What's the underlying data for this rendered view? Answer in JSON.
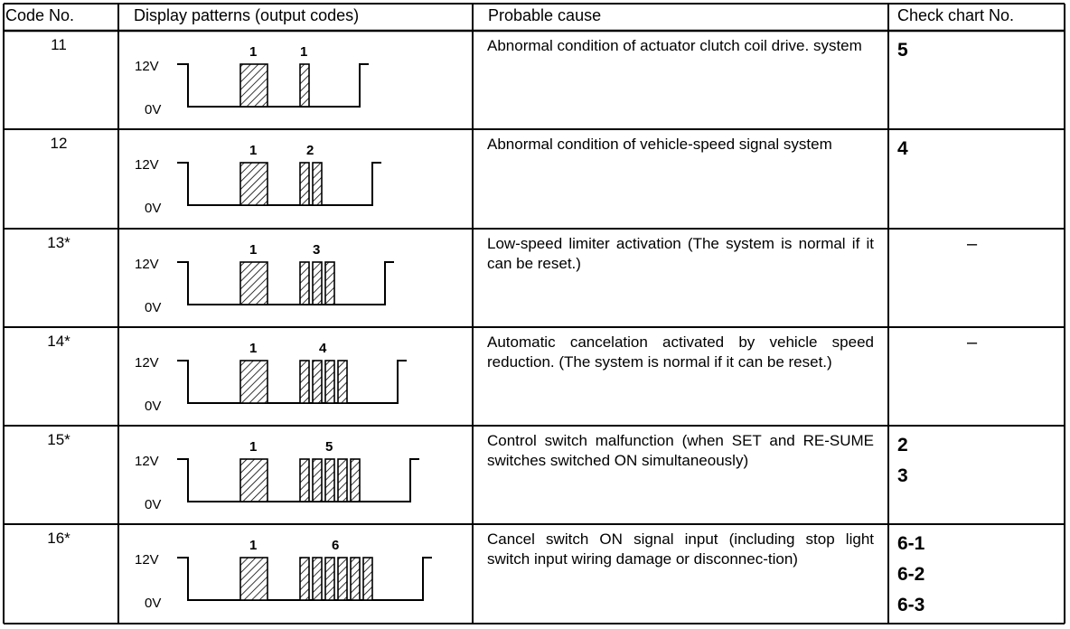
{
  "headers": {
    "code": "Code No.",
    "pattern": "Display patterns (output codes)",
    "cause": "Probable cause",
    "chart": "Check chart No."
  },
  "voltage_high": "12V",
  "voltage_low": "0V",
  "rows": [
    {
      "code": "11",
      "first_count": "1",
      "second_count": "1",
      "second_pulses": 1,
      "cause": "Abnormal condition of actuator clutch coil drive. system",
      "chart": [
        "5"
      ]
    },
    {
      "code": "12",
      "first_count": "1",
      "second_count": "2",
      "second_pulses": 2,
      "cause": "Abnormal condition of vehicle-speed signal system",
      "chart": [
        "4"
      ]
    },
    {
      "code": "13*",
      "first_count": "1",
      "second_count": "3",
      "second_pulses": 3,
      "cause": "Low-speed limiter activation (The system is normal if it can be reset.)",
      "chart": [
        "–"
      ]
    },
    {
      "code": "14*",
      "first_count": "1",
      "second_count": "4",
      "second_pulses": 4,
      "cause": "Automatic cancelation activated by vehicle speed reduction. (The system is normal if it can be reset.)",
      "chart": [
        "–"
      ]
    },
    {
      "code": "15*",
      "first_count": "1",
      "second_count": "5",
      "second_pulses": 5,
      "cause": "Control switch malfunction (when SET and RE-SUME switches switched ON simultaneously)",
      "chart": [
        "2",
        "3"
      ]
    },
    {
      "code": "16*",
      "first_count": "1",
      "second_count": "6",
      "second_pulses": 6,
      "cause": "Cancel switch ON signal input (including stop light switch input wiring damage or disconnec-tion)",
      "chart": [
        "6-1",
        "6-2",
        "6-3"
      ]
    }
  ]
}
